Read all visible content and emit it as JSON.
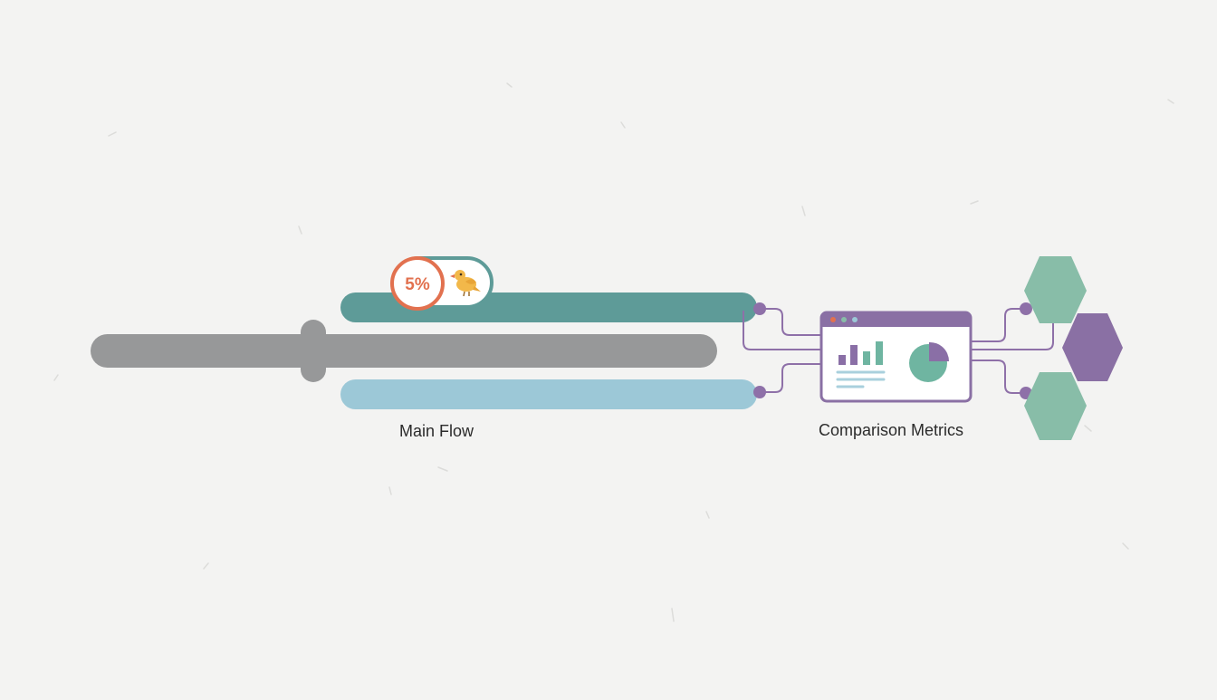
{
  "diagram": {
    "main_flow_label": "Main Flow",
    "comparison_label": "Comparison Metrics",
    "canary_percent": "5%",
    "canary_icon": "bird-icon"
  },
  "colors": {
    "background": "#f3f3f2",
    "baseline_track": "#979899",
    "canary_track": "#5e9b98",
    "stable_track": "#9cc8d7",
    "accent_orange": "#e2714f",
    "connector_purple": "#8e70a8",
    "hex_green": "#88bda8",
    "hex_purple": "#8a70a4",
    "bar_purple": "#8a6fa6",
    "bar_green": "#6fb5a1"
  }
}
